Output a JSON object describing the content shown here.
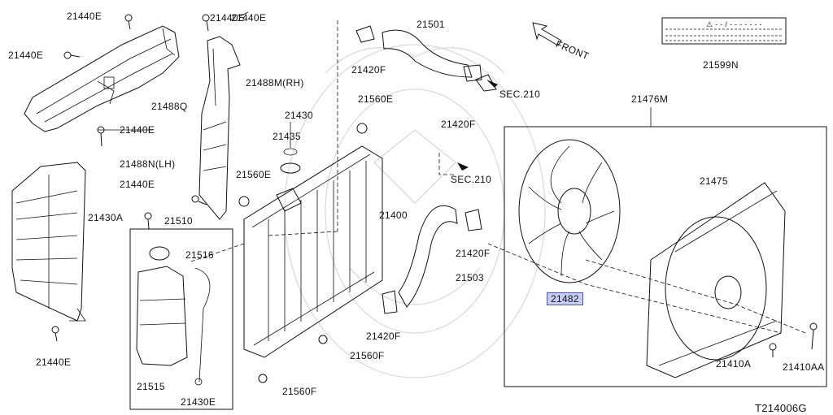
{
  "diagram": {
    "id_code": "T214006G",
    "front_label": "FRONT",
    "highlight_color": "#c8cdf2",
    "labels": [
      {
        "key": "l01",
        "text": "21440E"
      },
      {
        "key": "l02",
        "text": "21440E"
      },
      {
        "key": "l03",
        "text": "21440E"
      },
      {
        "key": "l04",
        "text": "21488Q"
      },
      {
        "key": "l05",
        "text": "21440E"
      },
      {
        "key": "l06",
        "text": "21488N(LH)"
      },
      {
        "key": "l07",
        "text": "21440E"
      },
      {
        "key": "l08",
        "text": "21430A"
      },
      {
        "key": "l09",
        "text": "21440E"
      },
      {
        "key": "l10",
        "text": "21440E"
      },
      {
        "key": "l11",
        "text": "21488M(RH)"
      },
      {
        "key": "l12",
        "text": "21430"
      },
      {
        "key": "l13",
        "text": "21435"
      },
      {
        "key": "l14",
        "text": "21560E"
      },
      {
        "key": "l15",
        "text": "21560E"
      },
      {
        "key": "l16",
        "text": "21510"
      },
      {
        "key": "l17",
        "text": "21516"
      },
      {
        "key": "l18",
        "text": "21515"
      },
      {
        "key": "l19",
        "text": "21430E"
      },
      {
        "key": "l20",
        "text": "21501"
      },
      {
        "key": "l21",
        "text": "21420F"
      },
      {
        "key": "l22",
        "text": "SEC.210"
      },
      {
        "key": "l23",
        "text": "21420F"
      },
      {
        "key": "l24",
        "text": "SEC.210"
      },
      {
        "key": "l25",
        "text": "21400"
      },
      {
        "key": "l26",
        "text": "21420F"
      },
      {
        "key": "l27",
        "text": "21503"
      },
      {
        "key": "l28",
        "text": "21420F"
      },
      {
        "key": "l29",
        "text": "21560F"
      },
      {
        "key": "l30",
        "text": "21560F"
      },
      {
        "key": "l31",
        "text": "21599N"
      },
      {
        "key": "l32",
        "text": "21476M"
      },
      {
        "key": "l33",
        "text": "21475"
      },
      {
        "key": "l34",
        "text": "21482"
      },
      {
        "key": "l35",
        "text": "21410A"
      },
      {
        "key": "l36",
        "text": "21410AA"
      }
    ],
    "warning_label_text": "⚠ - - / - - - - - - -"
  }
}
